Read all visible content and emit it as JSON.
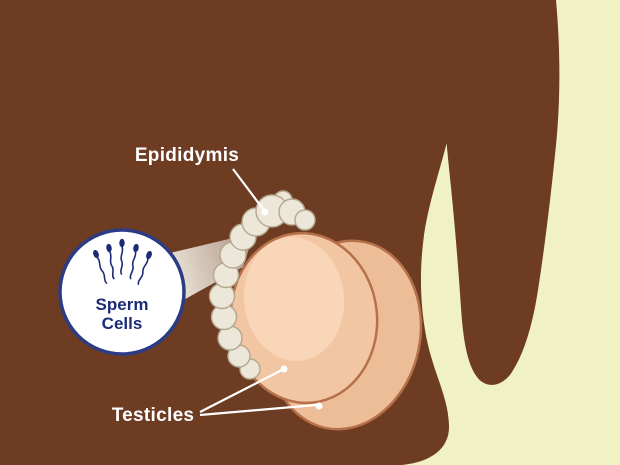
{
  "diagram": {
    "type": "male-reproductive-anatomy-illustration",
    "labels": {
      "epididymis": "Epididymis",
      "testicles": "Testicles"
    },
    "magnifier": {
      "line1": "Sperm",
      "line2": "Cells",
      "icon": "sperm-cell-icon",
      "sperm_count": 5
    },
    "colors": {
      "background": "#f1f2c4",
      "body": "#6e3b23",
      "testicle_fill": "#f3c6a3",
      "testicle_back_fill": "#edbd97",
      "testicle_highlight": "#f8d8bb",
      "testicle_outline": "#b5714a",
      "epididymis_fill": "#ece7d9",
      "epididymis_outline": "#b3a88f",
      "magnifier_fill": "#ffffff",
      "magnifier_ring": "#2b3c85",
      "beam": "#efece1",
      "label_text": "#ffffff",
      "magnifier_text": "#1c2c74",
      "sperm_icon": "#1c2c74",
      "leader_line": "#ffffff"
    }
  }
}
